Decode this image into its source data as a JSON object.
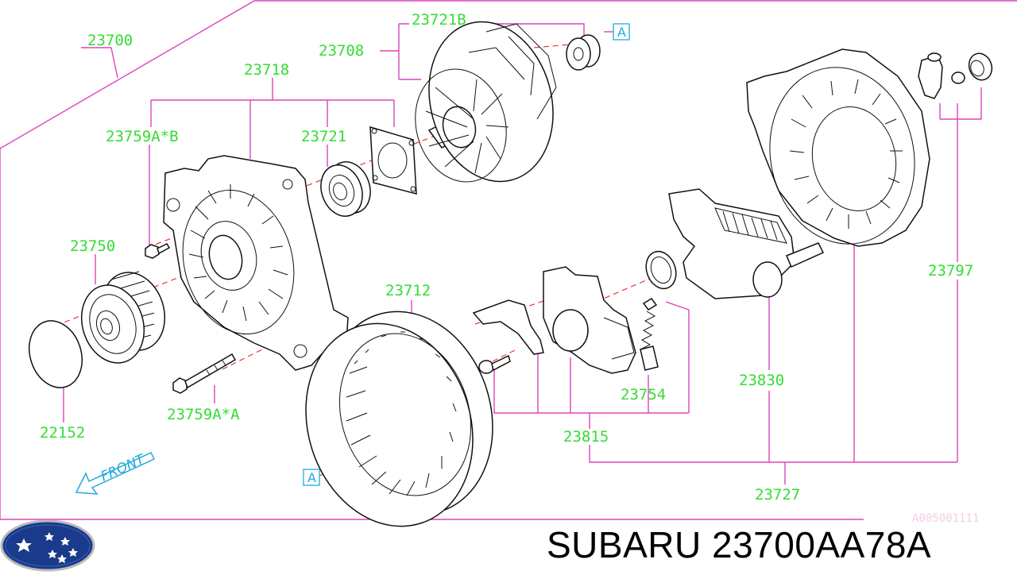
{
  "diagram": {
    "labels": {
      "assembly": "23700",
      "rear_housing_group": "23718",
      "bolt_b": "23759A*B",
      "bearing_front": "23721",
      "rotor": "23708",
      "bearing_rear": "23721B",
      "pulley": "23750",
      "pulley_cap": "22152",
      "bolt_a": "23759A*A",
      "stator": "23712",
      "brush": "23754",
      "regulator_assy": "23815",
      "rectifier": "23830",
      "rear_frame": "23797",
      "repair_kit": "23727"
    },
    "ref_markers": {
      "top": "A",
      "bottom": "A"
    },
    "direction": "FRONT",
    "drawing_code": "A005001111"
  },
  "footer": {
    "brand_name": "SUBARU",
    "part_number_text": "SUBARU 23700AA78A"
  },
  "colors": {
    "label": "#33dd33",
    "leader": "#dd44bb",
    "reference": "#22aadd",
    "axis": "#ee3333",
    "logo_bg": "#1a3b8c"
  }
}
